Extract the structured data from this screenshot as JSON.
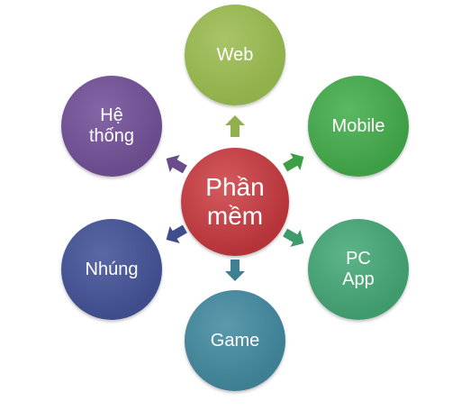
{
  "diagram": {
    "center": {
      "label": "Phần\nmềm",
      "color": "#b5343a"
    },
    "satellites": [
      {
        "key": "web",
        "label": "Web",
        "color": "#8fb04a"
      },
      {
        "key": "mobile",
        "label": "Mobile",
        "color": "#3e9e45"
      },
      {
        "key": "pc",
        "label": "PC\nApp",
        "color": "#3f9a6c"
      },
      {
        "key": "game",
        "label": "Game",
        "color": "#3f7f93"
      },
      {
        "key": "nhung",
        "label": "Nhúng",
        "color": "#3f4d8c"
      },
      {
        "key": "heth",
        "label": "Hệ\nthống",
        "color": "#6a4b8c"
      }
    ],
    "arrow_colors": {
      "web": "#8fb04a",
      "mobile": "#3e9e45",
      "pc": "#3f9a6c",
      "game": "#3f7f93",
      "nhung": "#3f4d8c",
      "heth": "#6a4b8c"
    }
  }
}
